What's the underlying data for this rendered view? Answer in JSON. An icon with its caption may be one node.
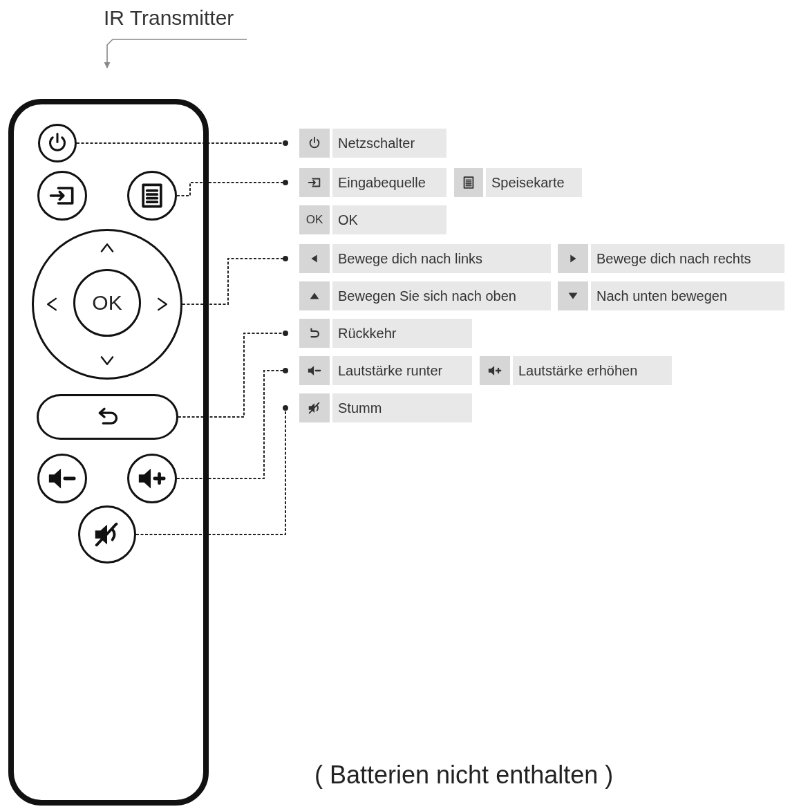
{
  "diagram": {
    "nodes": [
      {
        "text": [
          "IR Transmitter"
        ]
      },
      {
        "text": [],
        "shape": "box"
      },
      {
        "text": [],
        "shape": "circle",
        "in": 1
      },
      {
        "text": [],
        "shape": "circle",
        "in": 1
      },
      {
        "text": [],
        "shape": "circle",
        "in": 1
      },
      {
        "text": [],
        "shape": "circle",
        "in": 1
      },
      {
        "text": [
          "OK"
        ],
        "in": 5
      },
      {
        "text": [],
        "shape": "box",
        "in": 1
      },
      {
        "text": [],
        "shape": "circle",
        "in": 1
      },
      {
        "text": [],
        "shape": "circle",
        "in": 1
      },
      {
        "text": [],
        "shape": "circle",
        "in": 1
      },
      {
        "text": [
          "Netzschalter"
        ]
      },
      {
        "text": [
          "Eingabequelle"
        ]
      },
      {
        "text": [
          "Speisekarte"
        ]
      },
      {
        "text": [
          "OK",
          "OK"
        ]
      },
      {
        "text": [
          "Bewege dich nach links"
        ]
      },
      {
        "text": [
          "Bewege dich nach rechts"
        ]
      },
      {
        "text": [
          "Bewegen Sie sich nach oben"
        ]
      },
      {
        "text": [
          "Nach unten bewegen"
        ]
      },
      {
        "text": [
          "Rückkehr"
        ]
      },
      {
        "text": [
          "Lautstärke runter"
        ]
      },
      {
        "text": [
          "Lautstärke erhöhen"
        ]
      },
      {
        "text": [
          "Stumm"
        ]
      }
    ],
    "edges": [
      {
        "from": 0,
        "to": null,
        "arrow": "to",
        "color": "#888888"
      },
      {
        "from": 2,
        "to": 11,
        "arrow": "other",
        "style": "dashed"
      },
      {
        "from": 4,
        "to": 12,
        "arrow": "other",
        "style": "dashed"
      },
      {
        "from": 5,
        "to": 15,
        "arrow": "other",
        "style": "dashed"
      },
      {
        "from": 7,
        "to": 19,
        "arrow": "other",
        "style": "dashed"
      },
      {
        "from": 9,
        "to": 20,
        "arrow": "other",
        "style": "dashed"
      },
      {
        "from": 10,
        "to": 22,
        "arrow": "other",
        "style": "dashed"
      }
    ],
    "labels": [
      "( Batterien nicht enthalten )"
    ]
  }
}
